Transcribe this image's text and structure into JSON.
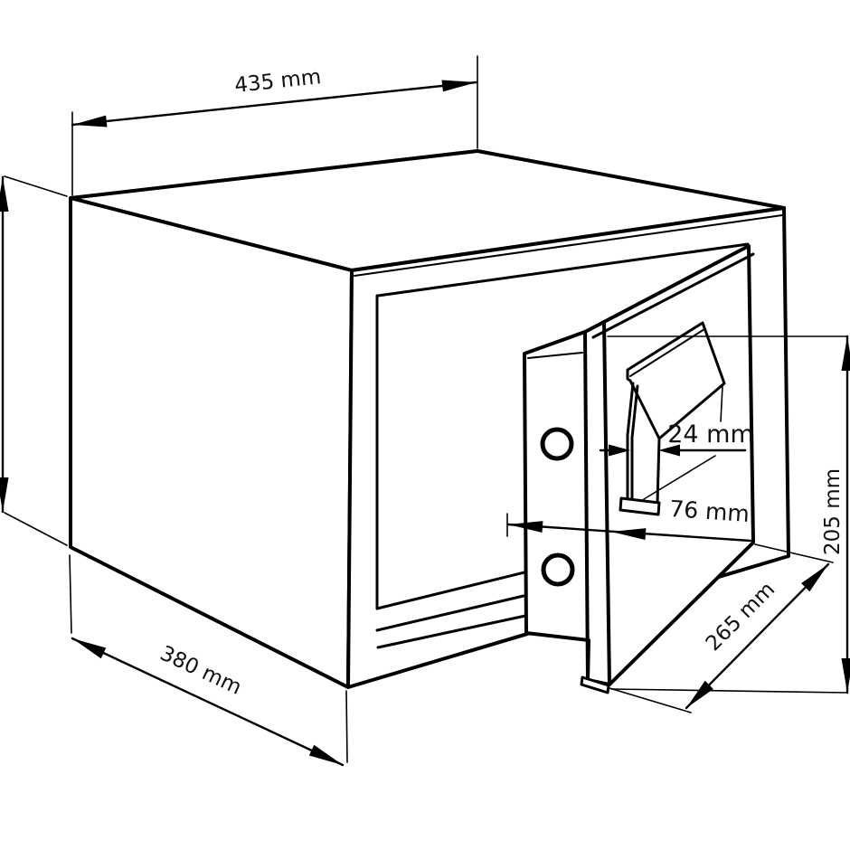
{
  "drawing": {
    "type": "isometric technical line drawing",
    "subject": "safe with open door, locking bolts and handle",
    "background_color": "#ffffff",
    "line_color": "#000000",
    "text_color": "#111111",
    "dimensions": {
      "width_top": {
        "label": "435 mm"
      },
      "depth_bottom": {
        "label": "380 mm"
      },
      "door_diagonal_width": {
        "label": "265 mm"
      },
      "door_height": {
        "label": "205 mm"
      },
      "door_thickness": {
        "label": "76 mm"
      },
      "handle_width": {
        "label": "24 mm"
      }
    }
  }
}
